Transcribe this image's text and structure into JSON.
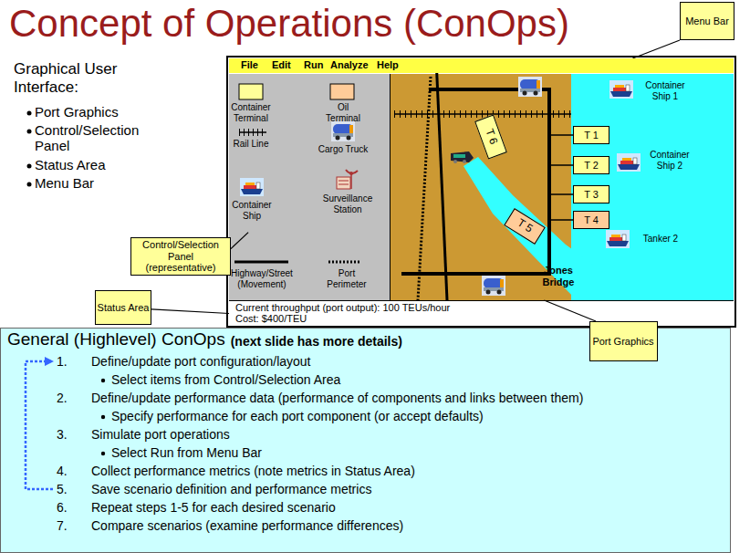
{
  "diagram": {
    "title": "Concept of Operations (ConOps)",
    "nodes": [
      {
        "text": [
          "Menu Bar"
        ]
      },
      {
        "text": [
          "File",
          "Edit",
          "Run",
          "Analyze",
          "Help"
        ]
      },
      {
        "text": [
          "Container Terminal",
          "Oil Terminal",
          "Rail Line",
          "Cargo Truck",
          "Container Ship",
          "Surveillance Station",
          "Highway/Street (Movement)",
          "Port Perimeter"
        ]
      },
      {
        "text": [
          "Jones Bridge"
        ]
      },
      {
        "text": [
          "T 6"
        ],
        "in": 3
      },
      {
        "text": [
          "T 5"
        ],
        "in": 3
      },
      {
        "text": [
          "Container Ship 1",
          "Container Ship 2",
          "Tanker 2"
        ]
      },
      {
        "text": [
          "T 1"
        ],
        "in": 6
      },
      {
        "text": [
          "T 2"
        ],
        "in": 6
      },
      {
        "text": [
          "T 3"
        ],
        "in": 6
      },
      {
        "text": [
          "T 4"
        ],
        "in": 6
      },
      {
        "text": [
          "Control/Selection Panel (representative)"
        ]
      },
      {
        "text": [
          "Status Area"
        ]
      },
      {
        "text": [
          "Current throughput (port output): 100 TEUs/hour",
          "Cost: $400/TEU"
        ]
      },
      {
        "text": [
          "Port Graphics"
        ]
      },
      {
        "text": [
          "General (Highlevel) ConOps",
          "(next slide has more details)",
          "1.",
          "Define/update port configuration/layout",
          "Select items from Control/Selection Area",
          "2.",
          "Define/update performance data (performance of components and links between them)",
          "Specify performance for each port component (or accept defaults)",
          "3.",
          "Simulate port operations",
          "Select Run from Menu Bar",
          "4.",
          "Collect performance metrics (note metrics in Status Area)",
          "5.",
          "Save scenario definition and performance metrics",
          "6.",
          "Repeat steps 1-5 for each desired scenario",
          "7.",
          "Compare scenarios (examine performance differences)"
        ]
      }
    ],
    "edges": [
      {
        "from": 0,
        "to": 1,
        "arrow": "none"
      },
      {
        "from": 11,
        "to": 2,
        "arrow": "none"
      },
      {
        "from": 12,
        "to": 13,
        "arrow": "none"
      },
      {
        "from": 14,
        "to": 3,
        "arrow": "none"
      }
    ],
    "labels": [
      "Graphical User Interface:",
      "Port Graphics",
      "Control/Selection Panel",
      "Status Area",
      "Menu Bar"
    ]
  }
}
